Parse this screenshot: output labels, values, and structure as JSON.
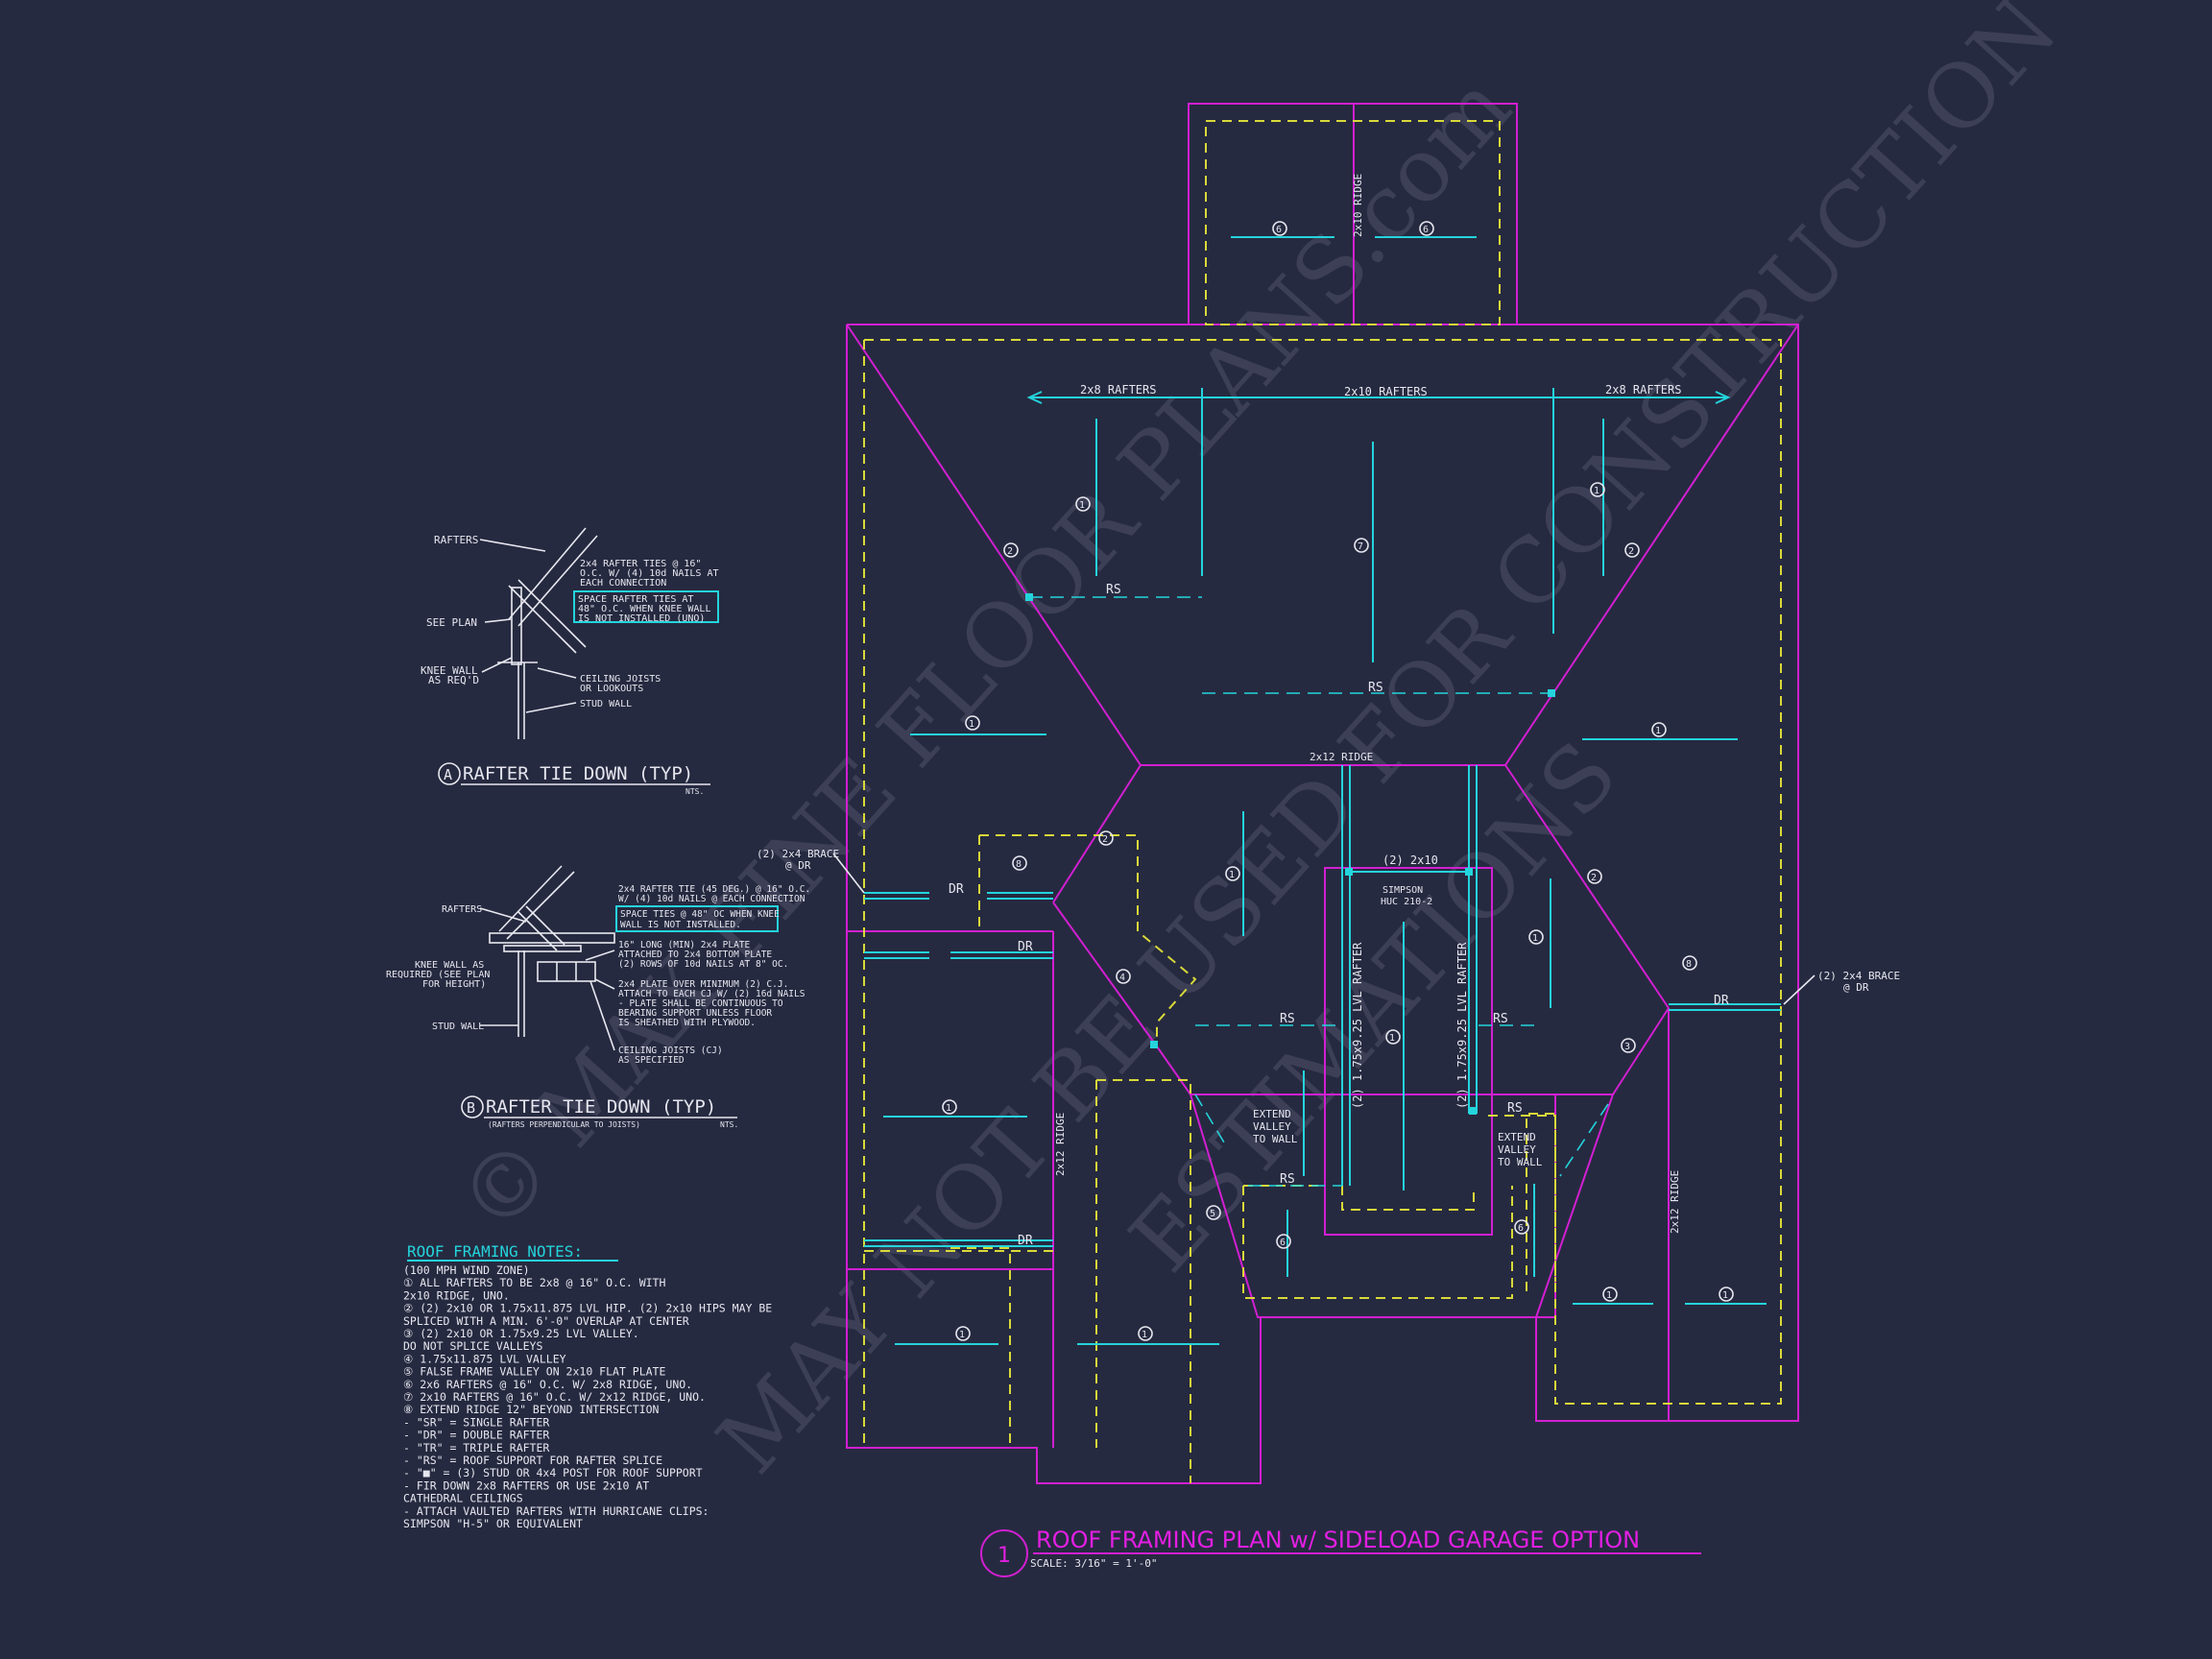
{
  "title": {
    "number": "1",
    "text": "ROOF FRAMING PLAN w/ SIDELOAD GARAGE OPTION",
    "scale": "SCALE: 3/16\" = 1'-0\""
  },
  "watermark": {
    "line1": "© MAX FINE FLOOR PLANS.com",
    "line2": "MAY NOT BE USED FOR CONSTRUCTION",
    "line3": "ESTIMATIONS"
  },
  "plan": {
    "rafters_left": "2x8 RAFTERS",
    "rafters_mid": "2x10 RAFTERS",
    "rafters_right": "2x8 RAFTERS",
    "top_ridge": "2x10 RIDGE",
    "ridge_center": "2x12 RIDGE",
    "ridge_left": "2x12 RIDGE",
    "ridge_right": "2x12 RIDGE",
    "rs": "RS",
    "dr": "DR",
    "brace": "(2) 2x4 BRACE",
    "brace2": "@ DR",
    "double": "(2) 2x10",
    "simpson1": "SIMPSON",
    "simpson2": "HUC 210-2",
    "lvl": "(2) 1.75x9.25 LVL RAFTER",
    "extend1": "EXTEND",
    "extend2": "VALLEY",
    "extend3": "TO WALL"
  },
  "details": {
    "a_title": "RAFTER TIE DOWN (TYP)",
    "a_letter": "A",
    "nts": "NTS.",
    "a_rafters": "RAFTERS",
    "a_see_plan": "SEE PLAN",
    "a_knee1": "KNEE WALL",
    "a_knee2": "AS REQ'D",
    "a_ties1": "2x4 RAFTER TIES @ 16\"",
    "a_ties2": "O.C. W/ (4) 10d NAILS AT",
    "a_ties3": "EACH CONNECTION",
    "a_space1": "SPACE RAFTER TIES AT",
    "a_space2": "48\" O.C. WHEN KNEE WALL",
    "a_space3": "IS NOT INSTALLED (UNO)",
    "a_ceiling1": "CEILING JOISTS",
    "a_ceiling2": "OR LOOKOUTS",
    "a_stud": "STUD WALL",
    "b_letter": "B",
    "b_title": "RAFTER TIE DOWN (TYP)",
    "b_sub": "(RAFTERS PERPENDICULAR TO JOISTS)",
    "b_rafters": "RAFTERS",
    "b_knee1": "KNEE WALL AS",
    "b_knee2": "REQUIRED (SEE PLAN",
    "b_knee3": "FOR HEIGHT)",
    "b_stud": "STUD WALL",
    "b_tie1": "2x4 RAFTER TIE (45 DEG.) @ 16\" O.C.",
    "b_tie2": "W/ (4) 10d NAILS @ EACH CONNECTION",
    "b_space1": "SPACE TIES @ 48\" OC WHEN KNEE",
    "b_space2": "WALL IS NOT INSTALLED.",
    "b_plate1": "16\" LONG (MIN) 2x4 PLATE",
    "b_plate2": "ATTACHED TO 2x4 BOTTOM PLATE",
    "b_plate3": "(2) ROWS OF 10d NAILS AT 8\" OC.",
    "b_over1": "2x4 PLATE OVER MINIMUM (2) C.J.",
    "b_over2": "ATTACH TO EACH CJ W/ (2) 16d NAILS",
    "b_over3": "- PLATE SHALL BE CONTINUOUS TO",
    "b_over4": "BEARING SUPPORT UNLESS FLOOR",
    "b_over5": "IS SHEATHED WITH PLYWOOD.",
    "b_cj1": "CEILING JOISTS (CJ)",
    "b_cj2": "AS SPECIFIED"
  },
  "notes": {
    "heading": "ROOF FRAMING NOTES:",
    "lines": [
      "(100 MPH WIND ZONE)",
      "① ALL RAFTERS TO BE 2x8 @ 16\" O.C. WITH",
      "   2x10 RIDGE, UNO.",
      "② (2) 2x10 OR 1.75x11.875 LVL HIP. (2) 2x10 HIPS MAY BE",
      "   SPLICED WITH A MIN. 6'-0\" OVERLAP AT CENTER",
      "③ (2) 2x10 OR 1.75x9.25 LVL VALLEY.",
      "   DO NOT SPLICE VALLEYS",
      "④ 1.75x11.875 LVL VALLEY",
      "⑤ FALSE FRAME VALLEY ON 2x10 FLAT PLATE",
      "⑥ 2x6 RAFTERS @ 16\" O.C. W/ 2x8 RIDGE, UNO.",
      "⑦ 2x10 RAFTERS @ 16\" O.C. W/ 2x12 RIDGE, UNO.",
      "⑧ EXTEND RIDGE 12\" BEYOND INTERSECTION",
      "-  \"SR\" = SINGLE RAFTER",
      "-  \"DR\" = DOUBLE RAFTER",
      "-  \"TR\" = TRIPLE RAFTER",
      "-  \"RS\" = ROOF SUPPORT FOR RAFTER SPLICE",
      "-  \"■\"  = (3) STUD OR 4x4 POST FOR ROOF SUPPORT",
      "-  FIR DOWN 2x8 RAFTERS OR USE 2x10 AT",
      "   CATHEDRAL CEILINGS",
      "-  ATTACH VAULTED RAFTERS WITH HURRICANE CLIPS:",
      "   SIMPSON \"H-5\" OR EQUIVALENT"
    ]
  },
  "markers": {
    "n1": "1",
    "n2": "2",
    "n3": "3",
    "n4": "4",
    "n5": "5",
    "n6": "6",
    "n7": "7",
    "n8": "8"
  }
}
